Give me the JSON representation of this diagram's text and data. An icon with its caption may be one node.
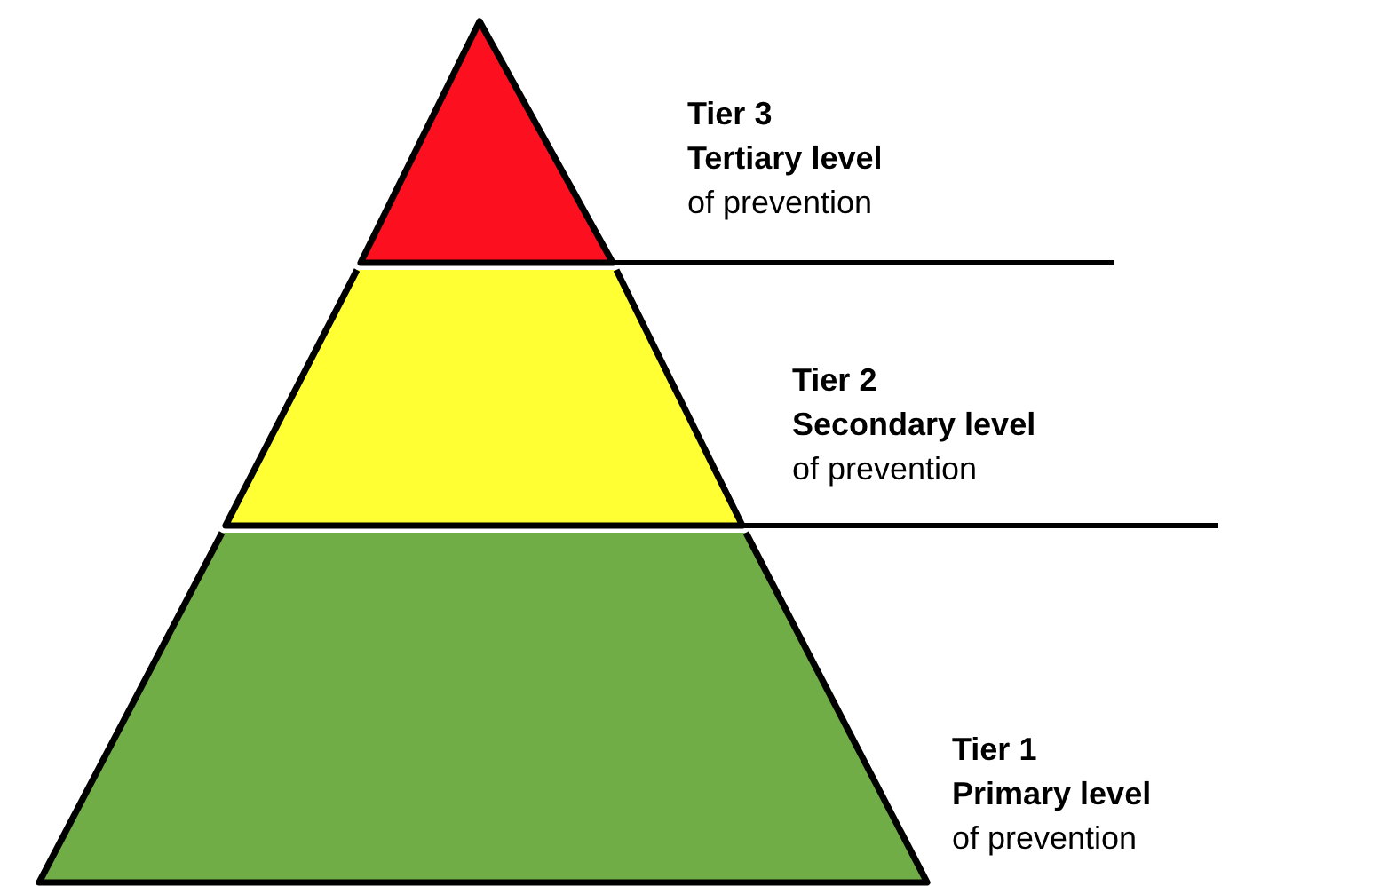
{
  "diagram": {
    "nodes": [
      {
        "text": [
          "Tier 3",
          "Tertiary level",
          "of prevention"
        ]
      },
      {
        "text": [
          "Tier 2",
          "Secondary level",
          "of prevention"
        ]
      },
      {
        "text": [
          "Tier 1",
          "Primary level",
          "of prevention"
        ]
      }
    ]
  }
}
